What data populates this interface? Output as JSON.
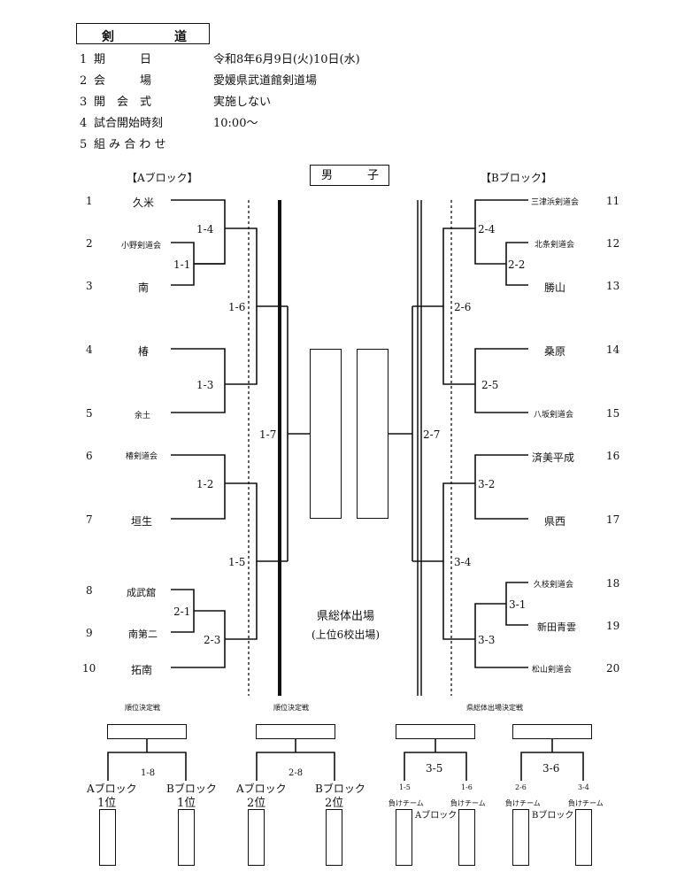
{
  "title": {
    "left": "剣",
    "right": "道"
  },
  "info": [
    {
      "num": "1",
      "label": "期　　　日",
      "value": "令和8年6月9日(火)10日(水)"
    },
    {
      "num": "2",
      "label": "会　　　場",
      "value": "愛媛県武道館剣道場"
    },
    {
      "num": "3",
      "label": "開　会　式",
      "value": "実施しない"
    },
    {
      "num": "4",
      "label": "試合開始時刻",
      "value": "10:00〜"
    },
    {
      "num": "5",
      "label": "組 み 合 わ せ",
      "value": ""
    }
  ],
  "division": {
    "left": "男",
    "right": "子"
  },
  "block_a": {
    "name": "【Aブロック】"
  },
  "block_b": {
    "name": "【Bブロック】"
  },
  "teams_a": [
    {
      "no": "1",
      "name": "久米"
    },
    {
      "no": "2",
      "name": "小野剣道会"
    },
    {
      "no": "3",
      "name": "南"
    },
    {
      "no": "4",
      "name": "椿"
    },
    {
      "no": "5",
      "name": "余土"
    },
    {
      "no": "6",
      "name": "椿剣道会"
    },
    {
      "no": "7",
      "name": "垣生"
    },
    {
      "no": "8",
      "name": "成武舘"
    },
    {
      "no": "9",
      "name": "南第二"
    },
    {
      "no": "10",
      "name": "拓南"
    }
  ],
  "teams_b": [
    {
      "no": "11",
      "name": "三津浜剣道会"
    },
    {
      "no": "12",
      "name": "北条剣道会"
    },
    {
      "no": "13",
      "name": "勝山"
    },
    {
      "no": "14",
      "name": "桑原"
    },
    {
      "no": "15",
      "name": "八坂剣道会"
    },
    {
      "no": "16",
      "name": "済美平成"
    },
    {
      "no": "17",
      "name": "県西"
    },
    {
      "no": "18",
      "name": "久枝剣道会"
    },
    {
      "no": "19",
      "name": "新田青雲"
    },
    {
      "no": "20",
      "name": "松山剣道会"
    }
  ],
  "matches_a": [
    "1-1",
    "1-2",
    "1-3",
    "1-4",
    "1-5",
    "1-6",
    "1-7",
    "2-1",
    "2-3"
  ],
  "matches_b": [
    "2-2",
    "2-4",
    "2-5",
    "2-6",
    "2-7",
    "3-1",
    "3-2",
    "3-3",
    "3-4"
  ],
  "qualify": {
    "line1": "県総体出場",
    "line2": "(上位6校出場)"
  },
  "bottom": {
    "sec1": {
      "title": "順位決定戦",
      "match": "1-8",
      "left_top": "Aブロック",
      "left_bot": "1位",
      "right_top": "Bブロック",
      "right_bot": "1位"
    },
    "sec2": {
      "title": "順位決定戦",
      "match": "2-8",
      "left_top": "Aブロック",
      "left_bot": "2位",
      "right_top": "Bブロック",
      "right_bot": "2位"
    },
    "sec3": {
      "title": "県総体出場決定戦"
    },
    "sub1": {
      "match": "3-5",
      "left_top": "1-5",
      "left_bot": "負けチーム",
      "right_top": "1-6",
      "right_bot": "負けチーム",
      "block": "Aブロック"
    },
    "sub2": {
      "match": "3-6",
      "left_top": "2-6",
      "left_bot": "負けチーム",
      "right_top": "3-4",
      "right_bot": "負けチーム",
      "block": "Bブロック"
    }
  }
}
